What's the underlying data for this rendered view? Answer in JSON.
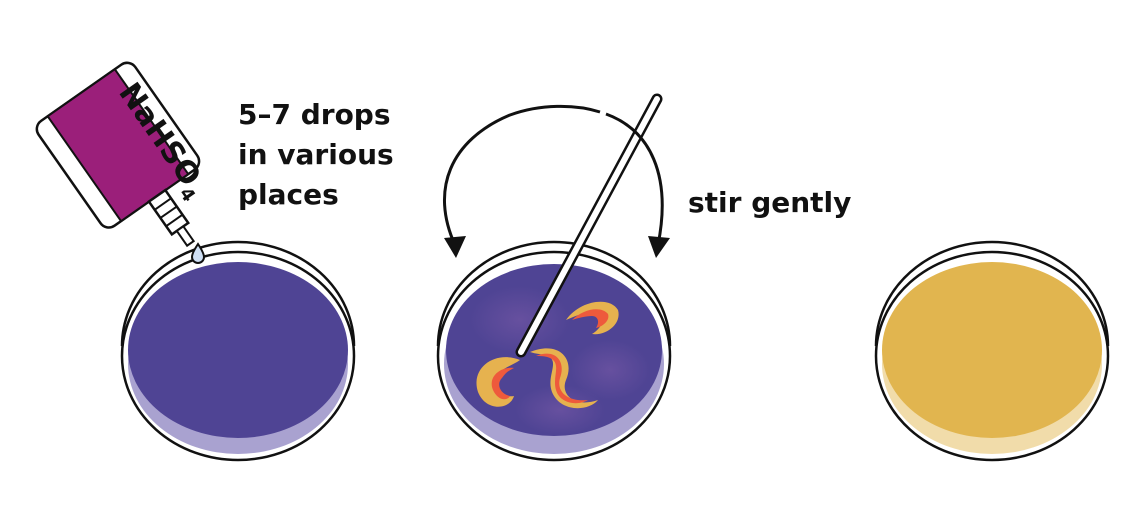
{
  "step1": {
    "reagent_label": "NaHSO",
    "reagent_subscript": "4",
    "instruction_lines": [
      "5–7 drops",
      "in various",
      "places"
    ],
    "solution_color": "#4f4494",
    "bottle_color": "#9b1f7a"
  },
  "step2": {
    "instruction": "stir gently",
    "solution_color": "#4f4494",
    "swirl_outer_color": "#e6b24f",
    "swirl_inner_color": "#ee5a3c"
  },
  "step3": {
    "solution_color": "#e1b54f"
  },
  "colors": {
    "outline": "#111111",
    "background": "#ffffff"
  }
}
